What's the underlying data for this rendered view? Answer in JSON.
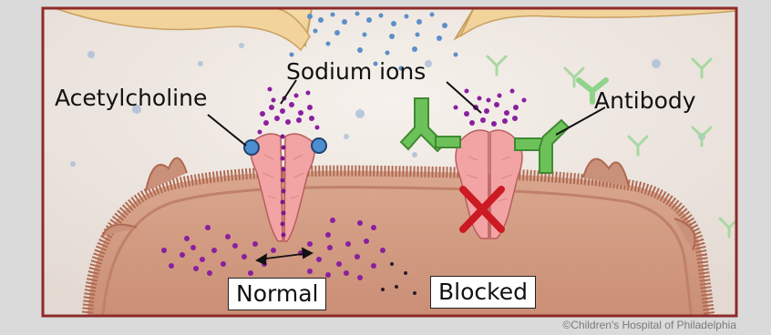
{
  "labels": {
    "sodium_ions": "Sodium ions",
    "acetylcholine": "Acetylcholine",
    "antibody": "Antibody",
    "normal": "Normal",
    "blocked": "Blocked"
  },
  "credit": "©Children's Hospital of Philadelphia",
  "colors": {
    "frame": "#8e2a2a",
    "background": "#efe8e2",
    "cell_body": "#d5a088",
    "membrane": "#b7735c",
    "channel": "#f1a0a0",
    "sodium": "#8a1fa0",
    "acetylcholine": "#4d8ed0",
    "antibody": "#5dbb4a",
    "block_x": "#cc1a22",
    "nerve_terminal": "#f2d49a"
  }
}
